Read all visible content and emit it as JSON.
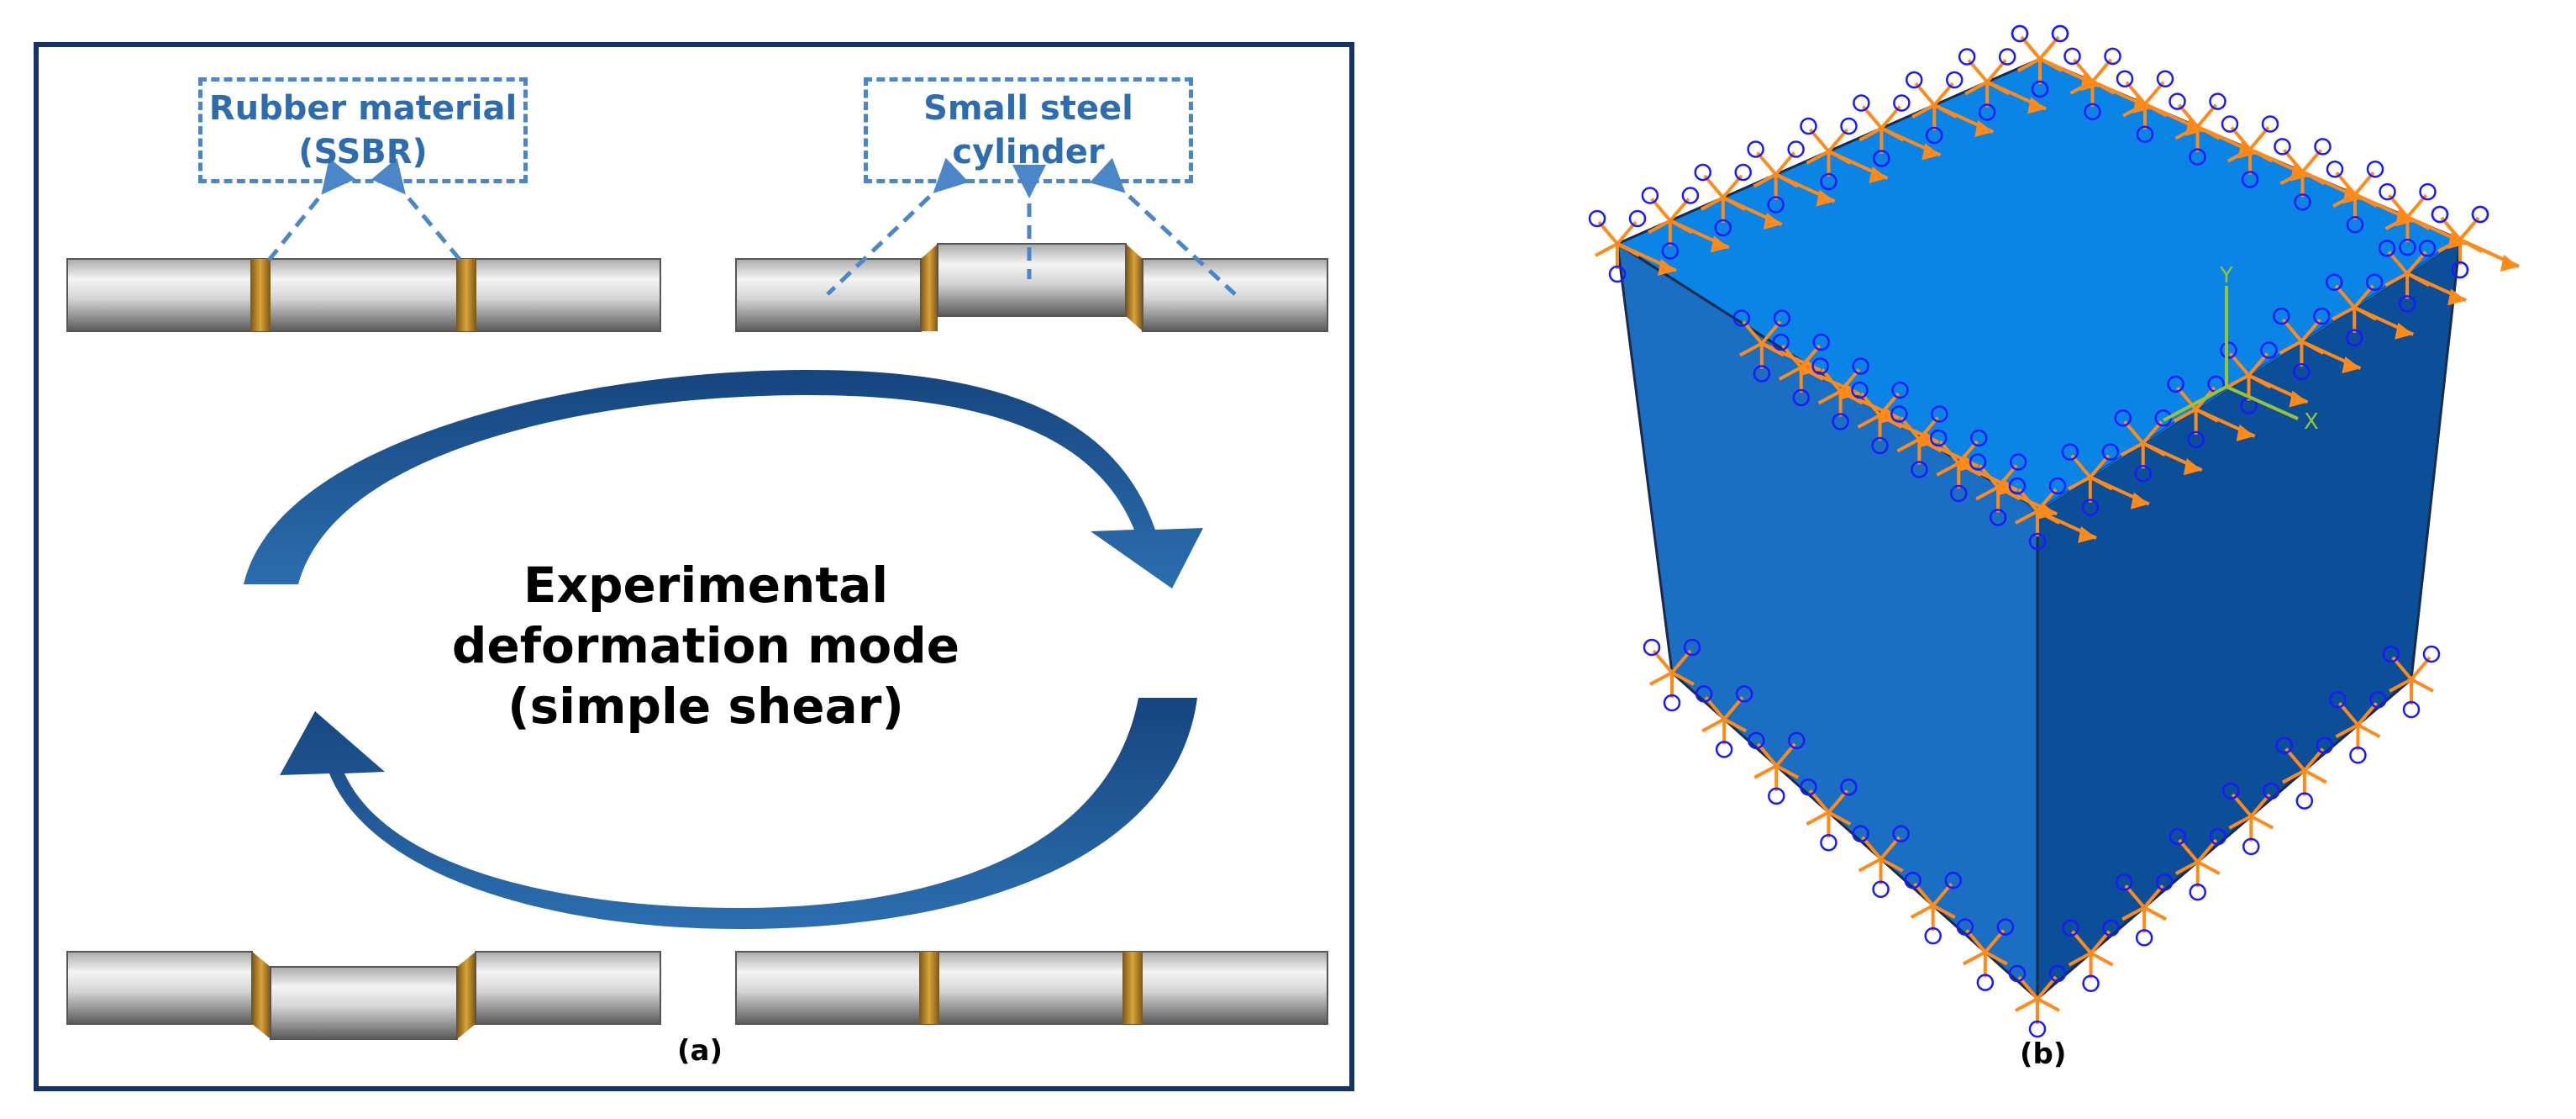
{
  "panel_a": {
    "callout_rubber": {
      "line1": "Rubber material",
      "line2": "(SSBR)"
    },
    "callout_steel": {
      "line1": "Small steel",
      "line2": "cylinder"
    },
    "center_text": {
      "line1": "Experimental",
      "line2": "deformation mode",
      "line3": "(simple shear)"
    },
    "caption": "(a)"
  },
  "panel_b": {
    "axis_labels": {
      "y": "Y",
      "x": "X"
    },
    "caption": "(b)"
  },
  "colors": {
    "frame": "#17326b",
    "callout": "#4a86c8",
    "arrow": "#1f5a96",
    "rubber": "#b8862e",
    "cube_top": "#0a85e6",
    "cube_left": "#1a6fc2",
    "cube_right": "#0b4f98",
    "bc_orange": "#ff8a1a",
    "bc_blue": "#1a1aff",
    "axis_green": "#9ac233"
  }
}
